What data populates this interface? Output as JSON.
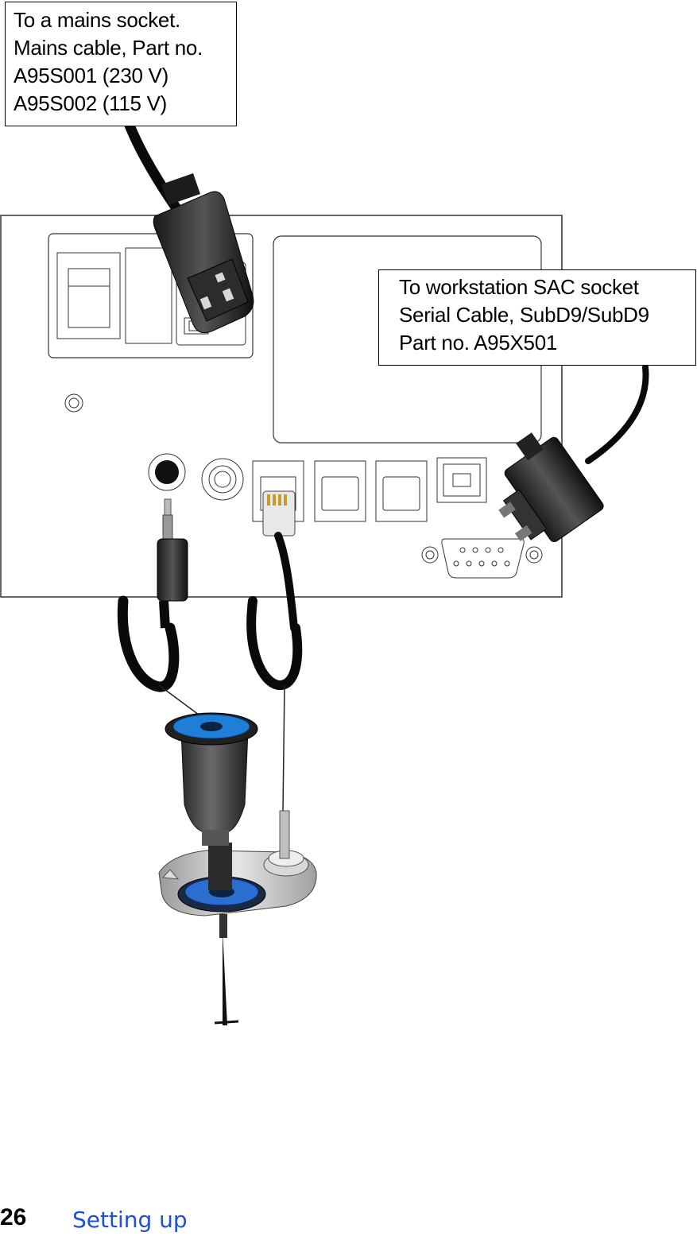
{
  "callouts": {
    "mains": {
      "lines": [
        "To a mains socket.",
        "Mains cable, Part no.",
        "A95S001 (230 V)",
        "A95S002 (115 V)"
      ]
    },
    "serial": {
      "lines": [
        "To workstation SAC socket",
        "Serial Cable, SubD9/SubD9",
        "Part no. A95X501"
      ]
    }
  },
  "footer": {
    "page_number": "26",
    "section": "Setting up"
  },
  "colors": {
    "accent": "#1e4fd8",
    "cable": "#0a0a0a",
    "panel_outline": "#333333",
    "joystick_blue": "#1f7fd6"
  }
}
